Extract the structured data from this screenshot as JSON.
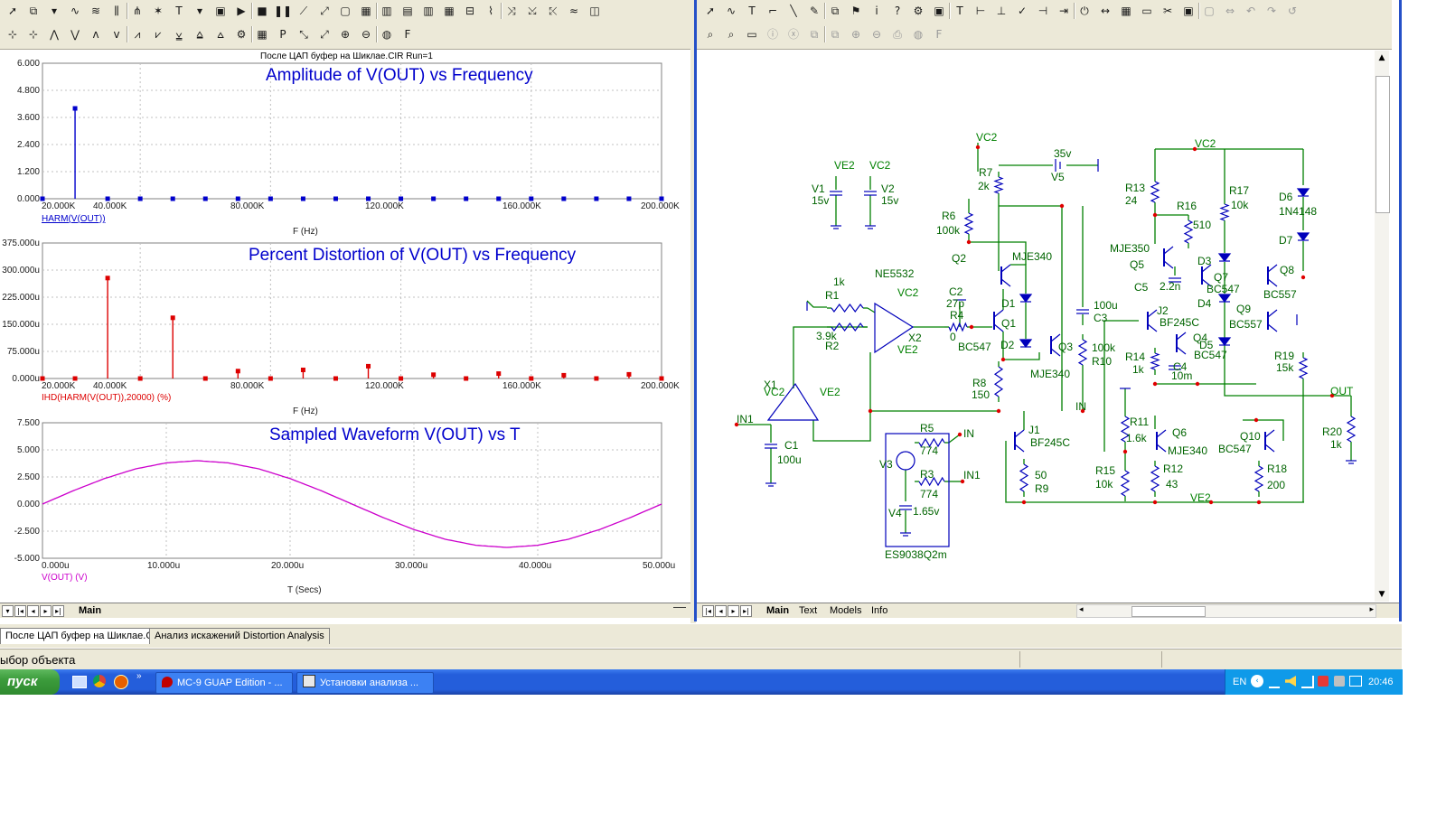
{
  "toolbars": {
    "left_row1": [
      "arrow-select-icon",
      "component-icon",
      "dash-icon",
      "wire-icon",
      "lines-icon",
      "bus-icon",
      "tree-icon",
      "star-icon",
      "text-tool-icon",
      "dash-icon",
      "camera-icon",
      "run-icon",
      "stop-icon",
      "pause-icon",
      "slope-icon",
      "slope2-icon",
      "frame-icon",
      "grid-icon",
      "stripes-icon",
      "stripes2-icon",
      "stripes3-icon",
      "grid2-icon",
      "plot-icon",
      "wave-icon",
      "marker-icon",
      "marker2-icon",
      "marker3-icon",
      "wave2-icon",
      "scope-icon"
    ],
    "left_row2": [
      "cursor-left-icon",
      "cursor-right-icon",
      "peak-icon",
      "valley-icon",
      "high-icon",
      "low-icon",
      "slope-up-icon",
      "slope-down-icon",
      "inflect-icon",
      "global-high-icon",
      "global-low-icon",
      "tag-icon",
      "table-icon",
      "property-icon",
      "tag-left-icon",
      "tag-right-icon",
      "zoom-in-icon",
      "zoom-out-icon",
      "color-icon",
      "font-icon"
    ],
    "right_row1": [
      "arrow-select-icon",
      "wire-icon",
      "text-tool-icon",
      "bent-wire-icon",
      "line-icon",
      "comment-icon",
      "component-icon",
      "flag-icon",
      "info-icon",
      "help-icon",
      "gear-icon",
      "display-icon",
      "text-box-icon",
      "pin-icon",
      "node-icon",
      "check-icon",
      "pin-connect-icon",
      "arrow-in-icon",
      "onoff-icon",
      "range-icon",
      "grid-icon",
      "page-icon",
      "scissors-icon",
      "capture-icon",
      "frame-icon",
      "arrows-icon",
      "undo-icon",
      "redo-icon",
      "undo2-icon"
    ],
    "right_row2": [
      "binoculars-icon",
      "find-icon",
      "comment2-icon",
      "info2-icon",
      "close2-icon",
      "copy-icon",
      "paste-icon",
      "zoom-in-icon",
      "zoom-out-icon",
      "print-icon",
      "color-icon",
      "font-icon"
    ]
  },
  "analysis": {
    "header": "После ЦАП буфер на Шиклае.CIR Run=1",
    "tabs": {
      "main": "Main"
    },
    "plots": [
      {
        "title": "Amplitude of V(OUT) vs Frequency",
        "series_name": "HARM(V(OUT))",
        "xlabel": "F (Hz)",
        "yticks": [
          "6.000",
          "4.800",
          "3.600",
          "2.400",
          "1.200",
          "0.000"
        ],
        "xticks": [
          "20.000K",
          "40.000K",
          "80.000K",
          "120.000K",
          "160.000K",
          "200.000K"
        ],
        "color": "#0000cc"
      },
      {
        "title": "Percent Distortion of V(OUT) vs Frequency",
        "series_name": "IHD(HARM(V(OUT)),20000) (%)",
        "xlabel": "F (Hz)",
        "yticks": [
          "375.000u",
          "300.000u",
          "225.000u",
          "150.000u",
          "75.000u",
          "0.000u"
        ],
        "xticks": [
          "20.000K",
          "40.000K",
          "80.000K",
          "120.000K",
          "160.000K",
          "200.000K"
        ],
        "color": "#dd0000"
      },
      {
        "title": "Sampled Waveform  V(OUT) vs T",
        "series_name": "V(OUT) (V)",
        "xlabel": "T (Secs)",
        "yticks": [
          "7.500",
          "5.000",
          "2.500",
          "0.000",
          "-2.500",
          "-5.000"
        ],
        "xticks": [
          "0.000u",
          "10.000u",
          "20.000u",
          "30.000u",
          "40.000u",
          "50.000u"
        ],
        "color": "#cc00cc"
      }
    ]
  },
  "chart_data": [
    {
      "type": "bar",
      "title": "Amplitude of V(OUT) vs Frequency",
      "xlabel": "F (Hz)",
      "ylabel": "",
      "xlim": [
        10000,
        200000
      ],
      "ylim": [
        0,
        6
      ],
      "x": [
        10000,
        20000,
        30000,
        40000,
        50000,
        60000,
        70000,
        80000,
        90000,
        100000,
        110000,
        120000,
        130000,
        140000,
        150000,
        160000,
        170000,
        180000,
        190000,
        200000
      ],
      "series": [
        {
          "name": "HARM(V(OUT))",
          "values": [
            0,
            4.0,
            0,
            0,
            0,
            0,
            0,
            0,
            0,
            0,
            0,
            0,
            0,
            0,
            0,
            0,
            0,
            0,
            0,
            0
          ]
        }
      ],
      "grid": true
    },
    {
      "type": "bar",
      "title": "Percent Distortion of V(OUT) vs Frequency",
      "xlabel": "F (Hz)",
      "ylabel": "",
      "xlim": [
        10000,
        200000
      ],
      "ylim": [
        0,
        0.000375
      ],
      "x": [
        10000,
        20000,
        30000,
        40000,
        50000,
        60000,
        70000,
        80000,
        90000,
        100000,
        110000,
        120000,
        130000,
        140000,
        150000,
        160000,
        170000,
        180000,
        190000,
        200000
      ],
      "series": [
        {
          "name": "IHD(HARM(V(OUT)),20000) (%)",
          "values": [
            0,
            0,
            0.000278,
            0,
            0.000168,
            0,
            2.05e-05,
            0,
            2.38e-05,
            0,
            3.4e-05,
            0,
            1.05e-05,
            0,
            1.35e-05,
            0,
            9e-06,
            0,
            1.15e-05,
            0
          ]
        }
      ],
      "grid": true
    },
    {
      "type": "line",
      "title": "Sampled Waveform  V(OUT) vs T",
      "xlabel": "T (Secs)",
      "ylabel": "",
      "xlim": [
        0,
        5e-05
      ],
      "ylim": [
        -5,
        7.5
      ],
      "x": [
        0,
        2.5e-06,
        5e-06,
        7.5e-06,
        1e-05,
        1.25e-05,
        1.5e-05,
        1.75e-05,
        2e-05,
        2.25e-05,
        2.5e-05,
        2.75e-05,
        3e-05,
        3.25e-05,
        3.5e-05,
        3.75e-05,
        4e-05,
        4.25e-05,
        4.5e-05,
        4.75e-05,
        5e-05
      ],
      "series": [
        {
          "name": "V(OUT) (V)",
          "values": [
            0,
            1.24,
            2.35,
            3.24,
            3.8,
            4.0,
            3.8,
            3.24,
            2.35,
            1.24,
            0,
            -1.24,
            -2.35,
            -3.24,
            -3.8,
            -4.0,
            -3.8,
            -3.24,
            -2.35,
            -1.24,
            0
          ]
        }
      ],
      "grid": true
    }
  ],
  "schematic": {
    "tabs": [
      "Main",
      "Text",
      "Models",
      "Info"
    ],
    "labels": {
      "vc2_a": "VC2",
      "vc2_b": "VC2",
      "ve2_a": "VE2",
      "vc2_c": "VC2",
      "v1": "V1",
      "v1val": "15v",
      "v2": "V2",
      "v2val": "15v",
      "r7": "R7",
      "r7v": "2k",
      "v5v": "35v",
      "v5": "V5",
      "r6": "R6",
      "r6v": "100k",
      "q2": "Q2",
      "mje340a": "MJE340",
      "ne5532": "NE5532",
      "r1v": "1k",
      "r1": "R1",
      "vc2_d": "VC2",
      "c2": "C2",
      "c2v": "27p",
      "r4": "R4",
      "r4v": "0",
      "x2": "X2",
      "r2v": "3.9k",
      "r2": "R2",
      "ve2_b": "VE2",
      "d1": "D1",
      "q1": "Q1",
      "d2": "D2",
      "bc547a": "BC547",
      "q3": "Q3",
      "mje340b": "MJE340",
      "c3v": "100u",
      "c3": "C3",
      "r10v": "100k",
      "r10": "R10",
      "r8": "R8",
      "r8v": "150",
      "x1": "X1",
      "vc2_e": "VC2",
      "ve2_c": "VE2",
      "in1a": "IN1",
      "c1": "C1",
      "c1v": "100u",
      "r5": "R5",
      "r5v": "774",
      "in_a": "IN",
      "v3": "V3",
      "r3": "R3",
      "r3v": "774",
      "in1b": "IN1",
      "v4": "V4",
      "v4v": "1.65v",
      "es9038": "ES9038Q2m",
      "j1": "J1",
      "bf245ca": "BF245C",
      "r9v": "50",
      "r9": "R9",
      "in_b": "IN",
      "r13": "R13",
      "r13v": "24",
      "r16": "R16",
      "r16v": "510",
      "r17": "R17",
      "r17v": "10k",
      "d6": "D6",
      "d6v": "1N4148",
      "d7": "D7",
      "mje350": "MJE350",
      "q5": "Q5",
      "d3": "D3",
      "q7": "Q7",
      "bc547b": "BC547",
      "q8": "Q8",
      "bc557a": "BC557",
      "c5": "C5",
      "c5v": "2.2n",
      "d4": "D4",
      "q9": "Q9",
      "bc557b": "BC557",
      "j2": "J2",
      "bf245cb": "BF245C",
      "q4": "Q4",
      "bc547c": "BC547",
      "d5": "D5",
      "r14": "R14",
      "r14v": "1k",
      "c4": "C4",
      "c4v": "10m",
      "r19": "R19",
      "r19v": "15k",
      "out": "OUT",
      "r11": "R11",
      "r11v": "1.6k",
      "q6": "Q6",
      "mje340c": "MJE340",
      "q10": "Q10",
      "bc547d": "BC547",
      "r20": "R20",
      "r20v": "1k",
      "r15": "R15",
      "r15v": "10k",
      "r12": "R12",
      "r12v": "43",
      "r18": "R18",
      "r18v": "200",
      "ve2_d": "VE2"
    }
  },
  "document_tabs": [
    "После ЦАП буфер на Шиклае.CIR",
    "Анализ искажений Distortion Analysis"
  ],
  "status_bar": "ыбор объекта",
  "taskbar": {
    "start": "пуск",
    "windows": [
      {
        "label": "MC-9 GUAP Edition - ...",
        "icon": "microcap-icon"
      },
      {
        "label": "Установки анализа ...",
        "icon": "window-icon"
      }
    ],
    "lang": "EN",
    "time": "20:46"
  }
}
